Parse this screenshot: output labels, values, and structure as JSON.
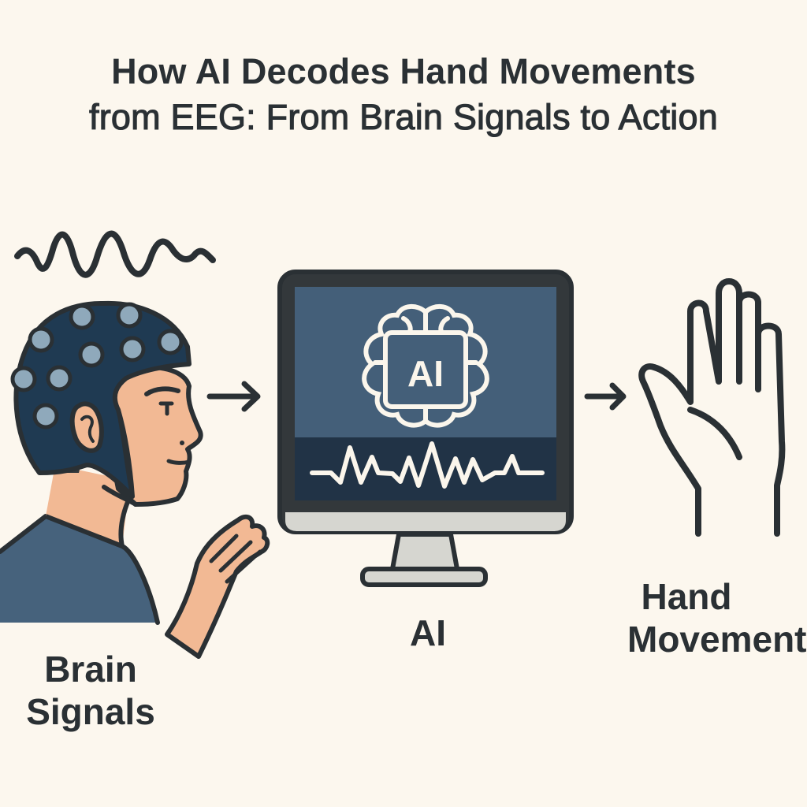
{
  "title": {
    "line1": "How AI Decodes Hand Movements",
    "line2": "from EEG: From Brain Signals to Action"
  },
  "stages": [
    {
      "id": "brain",
      "label_line1": "Brain",
      "label_line2": "Signals",
      "icon": "person-eeg-cap-icon"
    },
    {
      "id": "ai",
      "label_line1": "AI",
      "icon": "computer-monitor-ai-icon"
    },
    {
      "id": "hand",
      "label_line1": "Hand",
      "label_line2": "Movement",
      "icon": "open-hand-icon"
    }
  ],
  "monitor": {
    "screen_badge": "AI"
  },
  "colors": {
    "background": "#fcf7ee",
    "ink": "#2a3034",
    "cap": "#1f3a52",
    "electrode": "#8fa9bb",
    "skin": "#f2b994",
    "shirt": "#46627c",
    "screen_top": "#445f79",
    "screen_bottom": "#213346",
    "monitor_base": "#d6d6d0",
    "line_light": "#fbf6ec"
  }
}
